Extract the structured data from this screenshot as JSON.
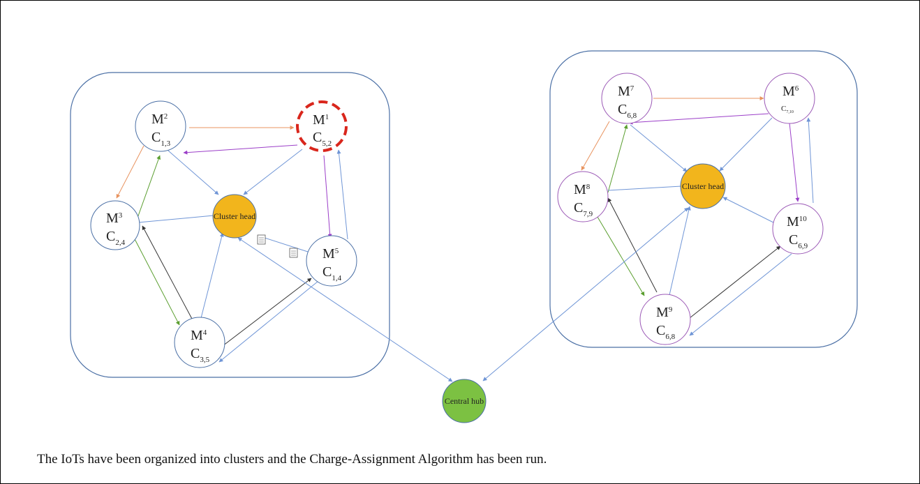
{
  "caption": "The IoTs have been organized into clusters and the Charge-Assignment Algorithm has been run.",
  "colors": {
    "cluster_border": "#4a6fa5",
    "edge_blue": "#6f95d6",
    "edge_orange": "#e8935f",
    "edge_green": "#5a9e2f",
    "edge_purple": "#9b3ec8",
    "edge_dark": "#333333",
    "cluster_head_fill": "#f2b51c",
    "central_hub_fill": "#7cc142",
    "node_border_left": "#4a6fa5",
    "node_border_right": "#9b59b6",
    "highlight_dashed": "#d9261c"
  },
  "left_cluster": {
    "cluster_head": "Cluster head",
    "nodes": [
      {
        "id": "M2",
        "m": "M",
        "msub": "2",
        "c": "C",
        "csub": "1,3"
      },
      {
        "id": "M1",
        "m": "M",
        "msub": "1",
        "c": "C",
        "csub": "5,2",
        "highlighted": true
      },
      {
        "id": "M3",
        "m": "M",
        "msub": "3",
        "c": "C",
        "csub": "2,4"
      },
      {
        "id": "M5",
        "m": "M",
        "msub": "5",
        "c": "C",
        "csub": "1,4"
      },
      {
        "id": "M4",
        "m": "M",
        "msub": "4",
        "c": "C",
        "csub": "3,5"
      }
    ]
  },
  "right_cluster": {
    "cluster_head": "Cluster head",
    "nodes": [
      {
        "id": "M7",
        "m": "M",
        "msub": "7",
        "c": "C",
        "csub": "6,8"
      },
      {
        "id": "M6",
        "m": "M",
        "msub": "6",
        "c": "C",
        "csub": "7,10"
      },
      {
        "id": "M8",
        "m": "M",
        "msub": "8",
        "c": "C",
        "csub": "7,9"
      },
      {
        "id": "M10",
        "m": "M",
        "msub": "10",
        "c": "C",
        "csub": "6,9"
      },
      {
        "id": "M9",
        "m": "M",
        "msub": "9",
        "c": "C",
        "csub": "6,8"
      }
    ]
  },
  "central_hub": "Central hub"
}
